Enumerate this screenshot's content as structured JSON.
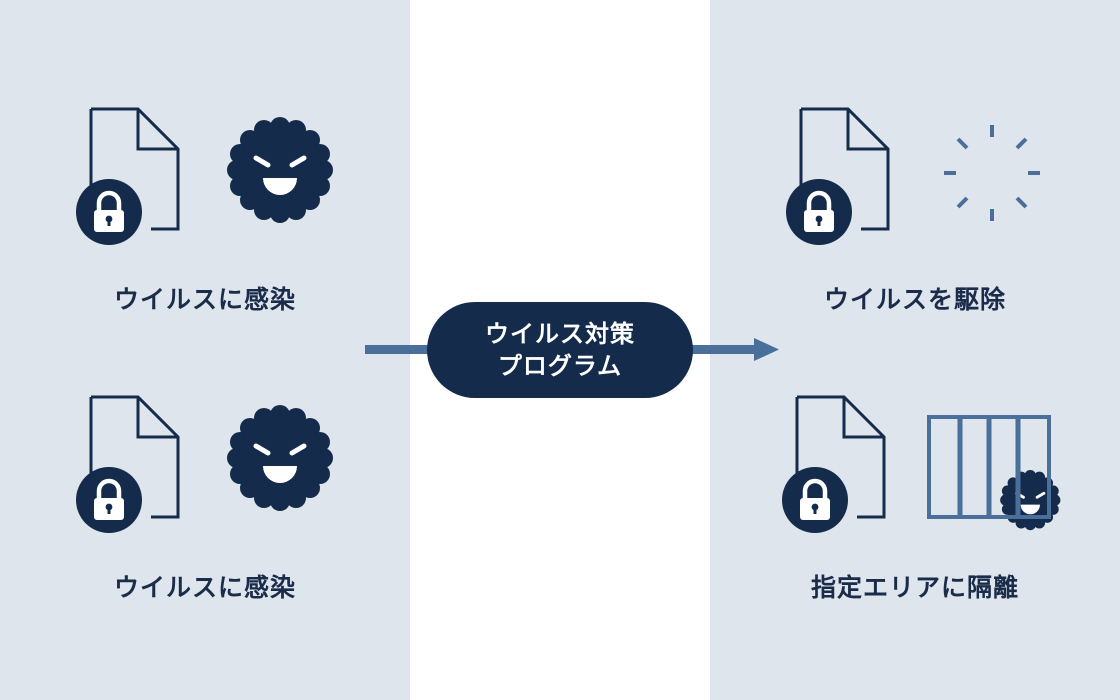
{
  "colors": {
    "navy": "#152b4b",
    "panel_background": "#dfe5ed",
    "center_background": "#ffffff",
    "arrow": "#4a6f9a"
  },
  "left": {
    "items": [
      {
        "label": "ウイルスに感染",
        "icons": [
          "locked-file-icon",
          "virus-icon"
        ]
      },
      {
        "label": "ウイルスに感染",
        "icons": [
          "locked-file-icon",
          "virus-icon"
        ]
      }
    ]
  },
  "center": {
    "program_line1": "ウイルス対策",
    "program_line2": "プログラム"
  },
  "right": {
    "items": [
      {
        "label": "ウイルスを駆除",
        "icons": [
          "locked-file-icon",
          "burst-icon"
        ]
      },
      {
        "label": "指定エリアに隔離",
        "icons": [
          "locked-file-icon",
          "caged-virus-icon"
        ]
      }
    ]
  }
}
